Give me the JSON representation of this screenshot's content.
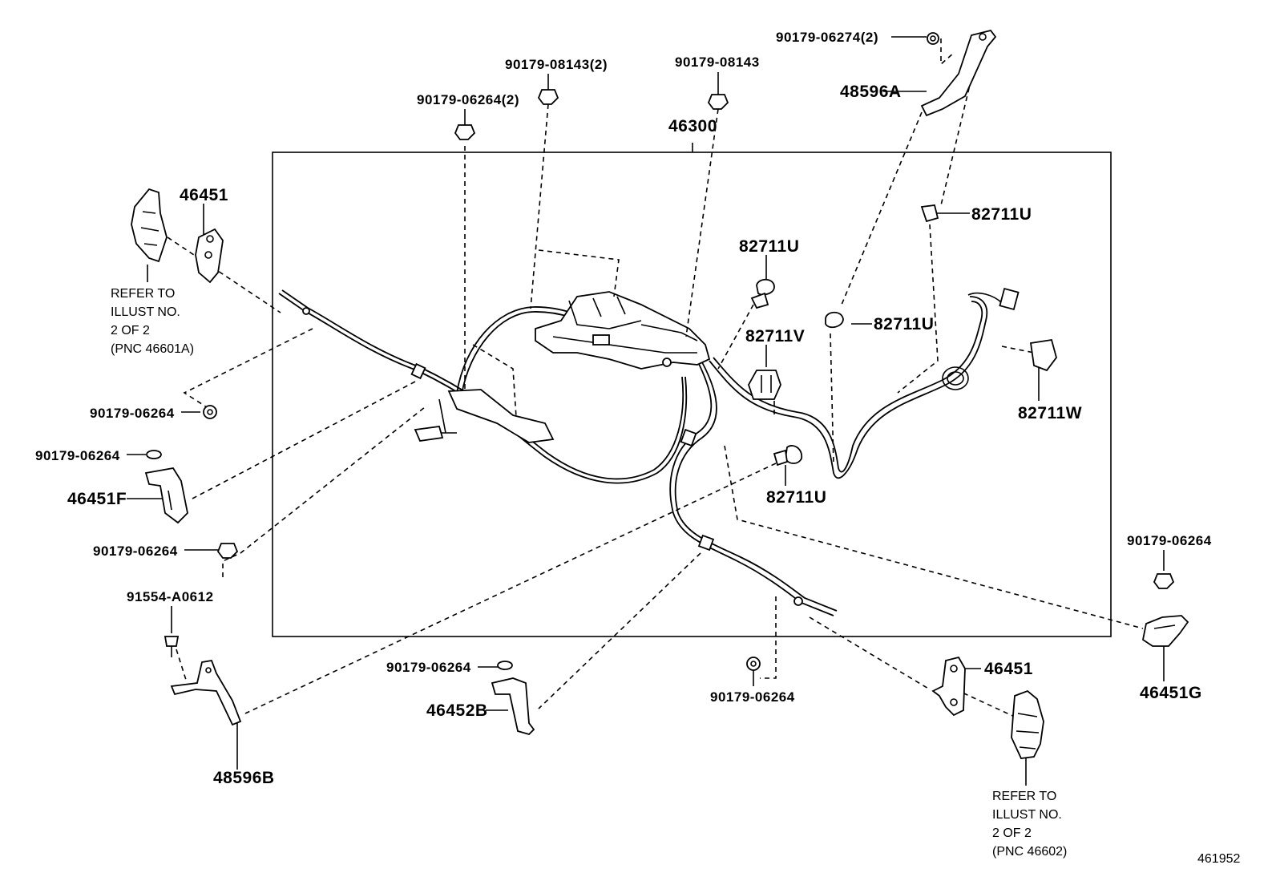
{
  "diagram_id": "461952",
  "box_label": "46300",
  "labels": {
    "l_46451_top": "46451",
    "l_46451_bottom": "46451",
    "l_46451F": "46451F",
    "l_46451G": "46451G",
    "l_46452B": "46452B",
    "l_48596A": "48596A",
    "l_48596B": "48596B",
    "l_82711U_1": "82711U",
    "l_82711U_2": "82711U",
    "l_82711U_3": "82711U",
    "l_82711U_4": "82711U",
    "l_82711V": "82711V",
    "l_82711W": "82711W",
    "n_90179_06274_2": "90179-06274(2)",
    "n_90179_08143_2": "90179-08143(2)",
    "n_90179_08143": "90179-08143",
    "n_90179_06264_2": "90179-06264(2)",
    "n_90179_06264_a": "90179-06264",
    "n_90179_06264_b": "90179-06264",
    "n_90179_06264_c": "90179-06264",
    "n_90179_06264_d": "90179-06264",
    "n_90179_06264_e": "90179-06264",
    "n_90179_06264_f": "90179-06264",
    "n_91554_A0612": "91554-A0612"
  },
  "refer_left": [
    "REFER TO",
    "ILLUST NO.",
    "2 OF 2",
    "(PNC 46601A)"
  ],
  "refer_right": [
    "REFER TO",
    "ILLUST NO.",
    "2 OF 2",
    "(PNC 46602)"
  ]
}
